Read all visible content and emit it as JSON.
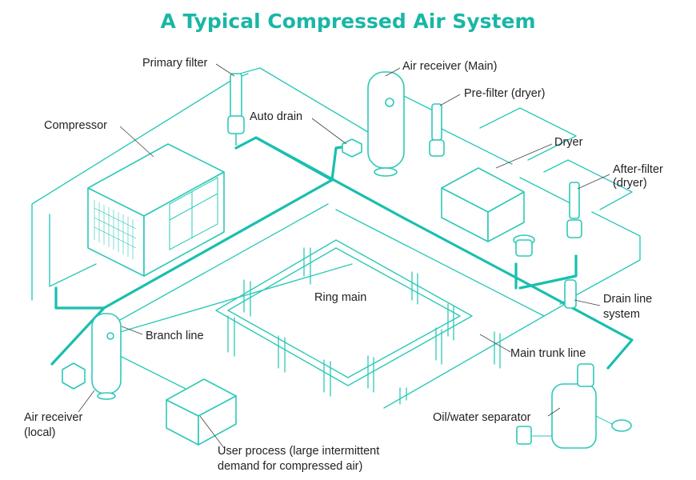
{
  "title": "A Typical Compressed Air System",
  "colors": {
    "accent": "#1ab6a6",
    "pipe_outline": "#2cc9b8",
    "drain_line": "#19bfae",
    "text": "#222222",
    "leader": "#444444"
  },
  "labels": {
    "primary_filter": "Primary filter",
    "air_receiver_main": "Air receiver (Main)",
    "pre_filter": "Pre-filter (dryer)",
    "compressor": "Compressor",
    "auto_drain": "Auto drain",
    "dryer": "Dryer",
    "after_filter_1": "After-filter",
    "after_filter_2": "(dryer)",
    "ring_main": "Ring main",
    "drain_line_1": "Drain line",
    "drain_line_2": "system",
    "branch_line": "Branch line",
    "main_trunk_line": "Main trunk line",
    "air_receiver_local_1": "Air receiver",
    "air_receiver_local_2": "(local)",
    "oil_water_separator": "Oil/water separator",
    "user_process_1": "User process (large intermittent",
    "user_process_2": "demand for compressed air)"
  }
}
